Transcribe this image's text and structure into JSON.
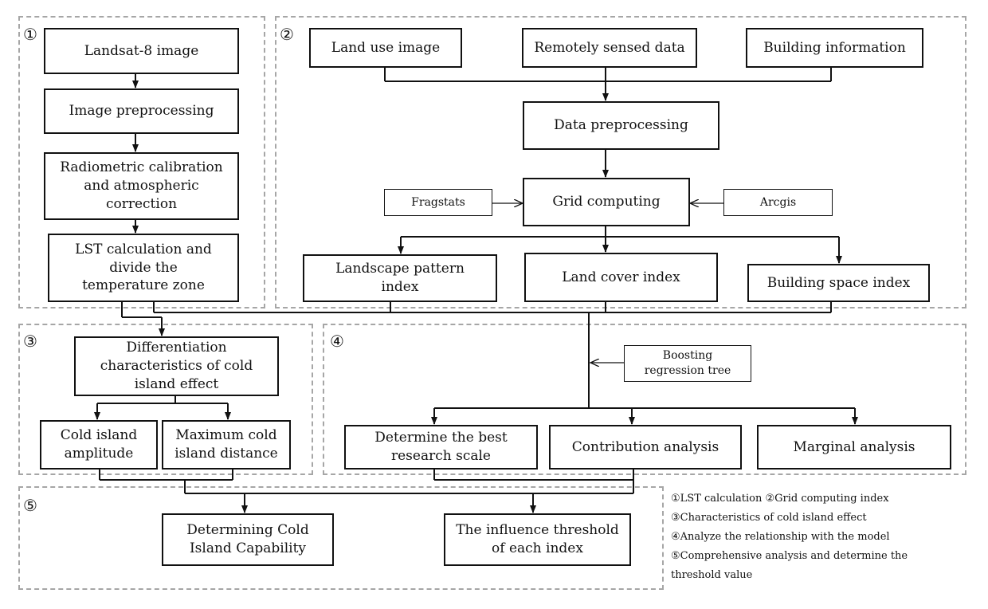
{
  "regions": {
    "r1": "①",
    "r2": "②",
    "r3": "③",
    "r4": "④",
    "r5": "⑤"
  },
  "boxes": {
    "landsat": "Landsat-8 image",
    "img_pre": "Image preprocessing",
    "radio": "Radiometric calibration\nand atmospheric\ncorrection",
    "lst": "LST calculation and\ndivide the\ntemperature zone",
    "landuse": "Land use image",
    "remote": "Remotely sensed data",
    "building_info": "Building information",
    "data_pre": "Data preprocessing",
    "grid": "Grid computing",
    "fragstats": "Fragstats",
    "arcgis": "Arcgis",
    "landscape": "Landscape pattern\nindex",
    "landcover": "Land cover index",
    "building_space": "Building space index",
    "diff": "Differentiation\ncharacteristics of cold\nisland effect",
    "amplitude": "Cold island\namplitude",
    "max_dist": "Maximum cold\nisland distance",
    "brt": "Boosting\nregression tree",
    "best_scale": "Determine the best\nresearch scale",
    "contribution": "Contribution analysis",
    "marginal": "Marginal analysis",
    "capability": "Determining Cold\nIsland Capability",
    "threshold": "The influence threshold\nof each index"
  },
  "legend": [
    "①LST calculation   ②Grid computing index",
    "③Characteristics of cold island effect",
    "④Analyze the relationship with the model",
    "⑤Comprehensive analysis and determine the",
    "threshold value"
  ]
}
